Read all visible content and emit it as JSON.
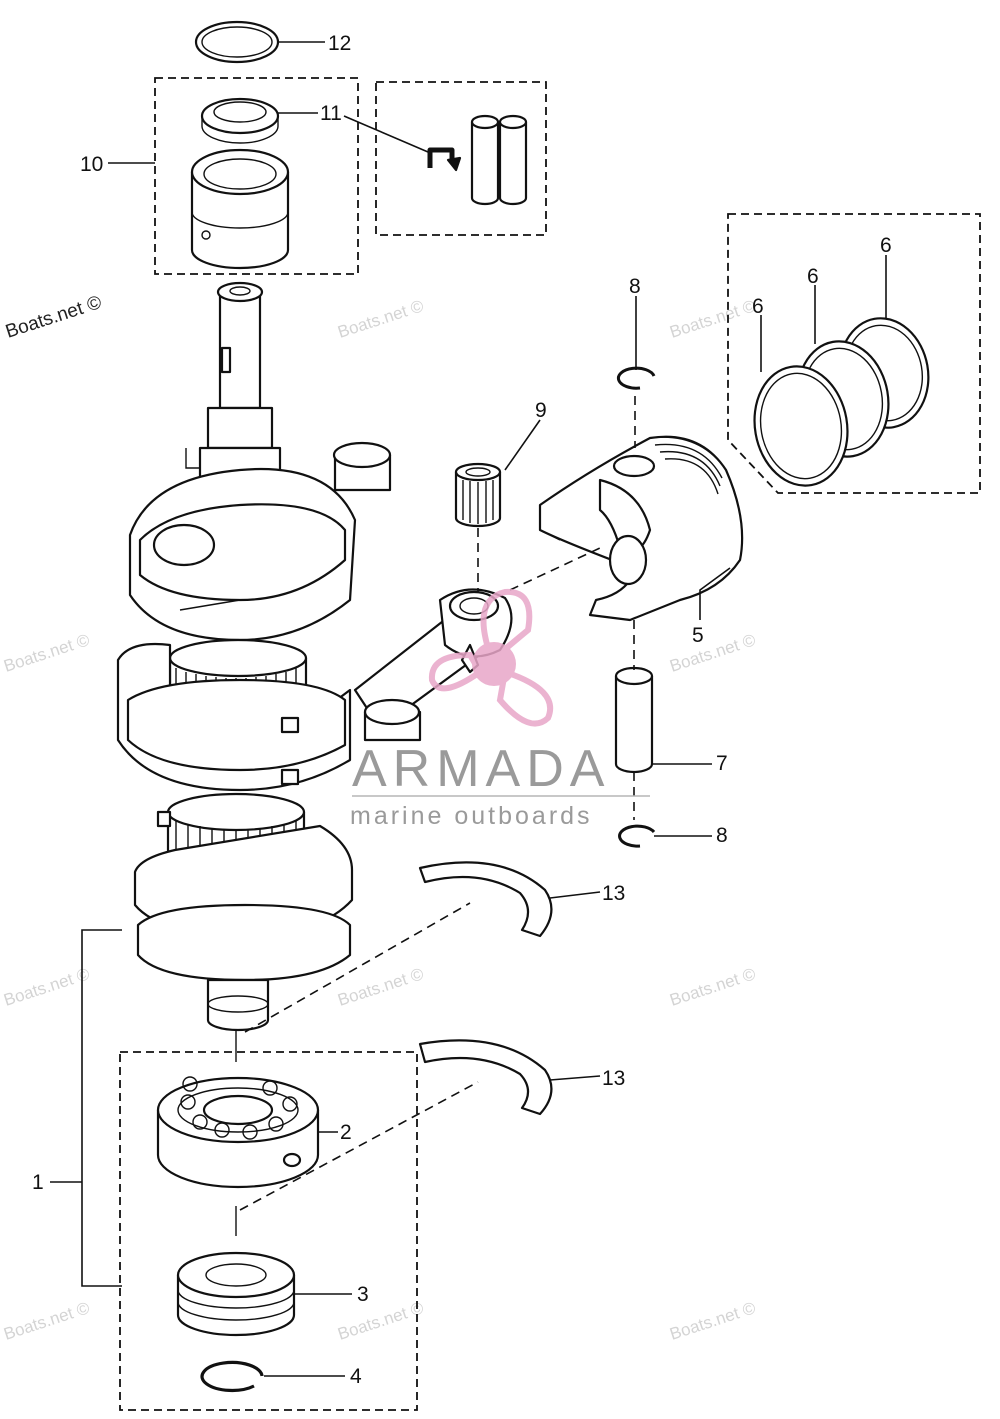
{
  "callouts": {
    "c1": "1",
    "c2": "2",
    "c3": "3",
    "c4": "4",
    "c5": "5",
    "c6a": "6",
    "c6b": "6",
    "c6c": "6",
    "c7": "7",
    "c8a": "8",
    "c8b": "8",
    "c9": "9",
    "c10": "10",
    "c11": "11",
    "c12": "12",
    "c13a": "13",
    "c13b": "13"
  },
  "watermarks": {
    "main": "Boats.net ©",
    "faint": "Boats.net ©"
  },
  "logo": {
    "name": "ARMADA",
    "tagline": "marine outboards",
    "color": "#e8a6c8"
  },
  "colors": {
    "line": "#111111",
    "watermark": "#d4d4d4",
    "logo_text": "#9a9a9a"
  }
}
